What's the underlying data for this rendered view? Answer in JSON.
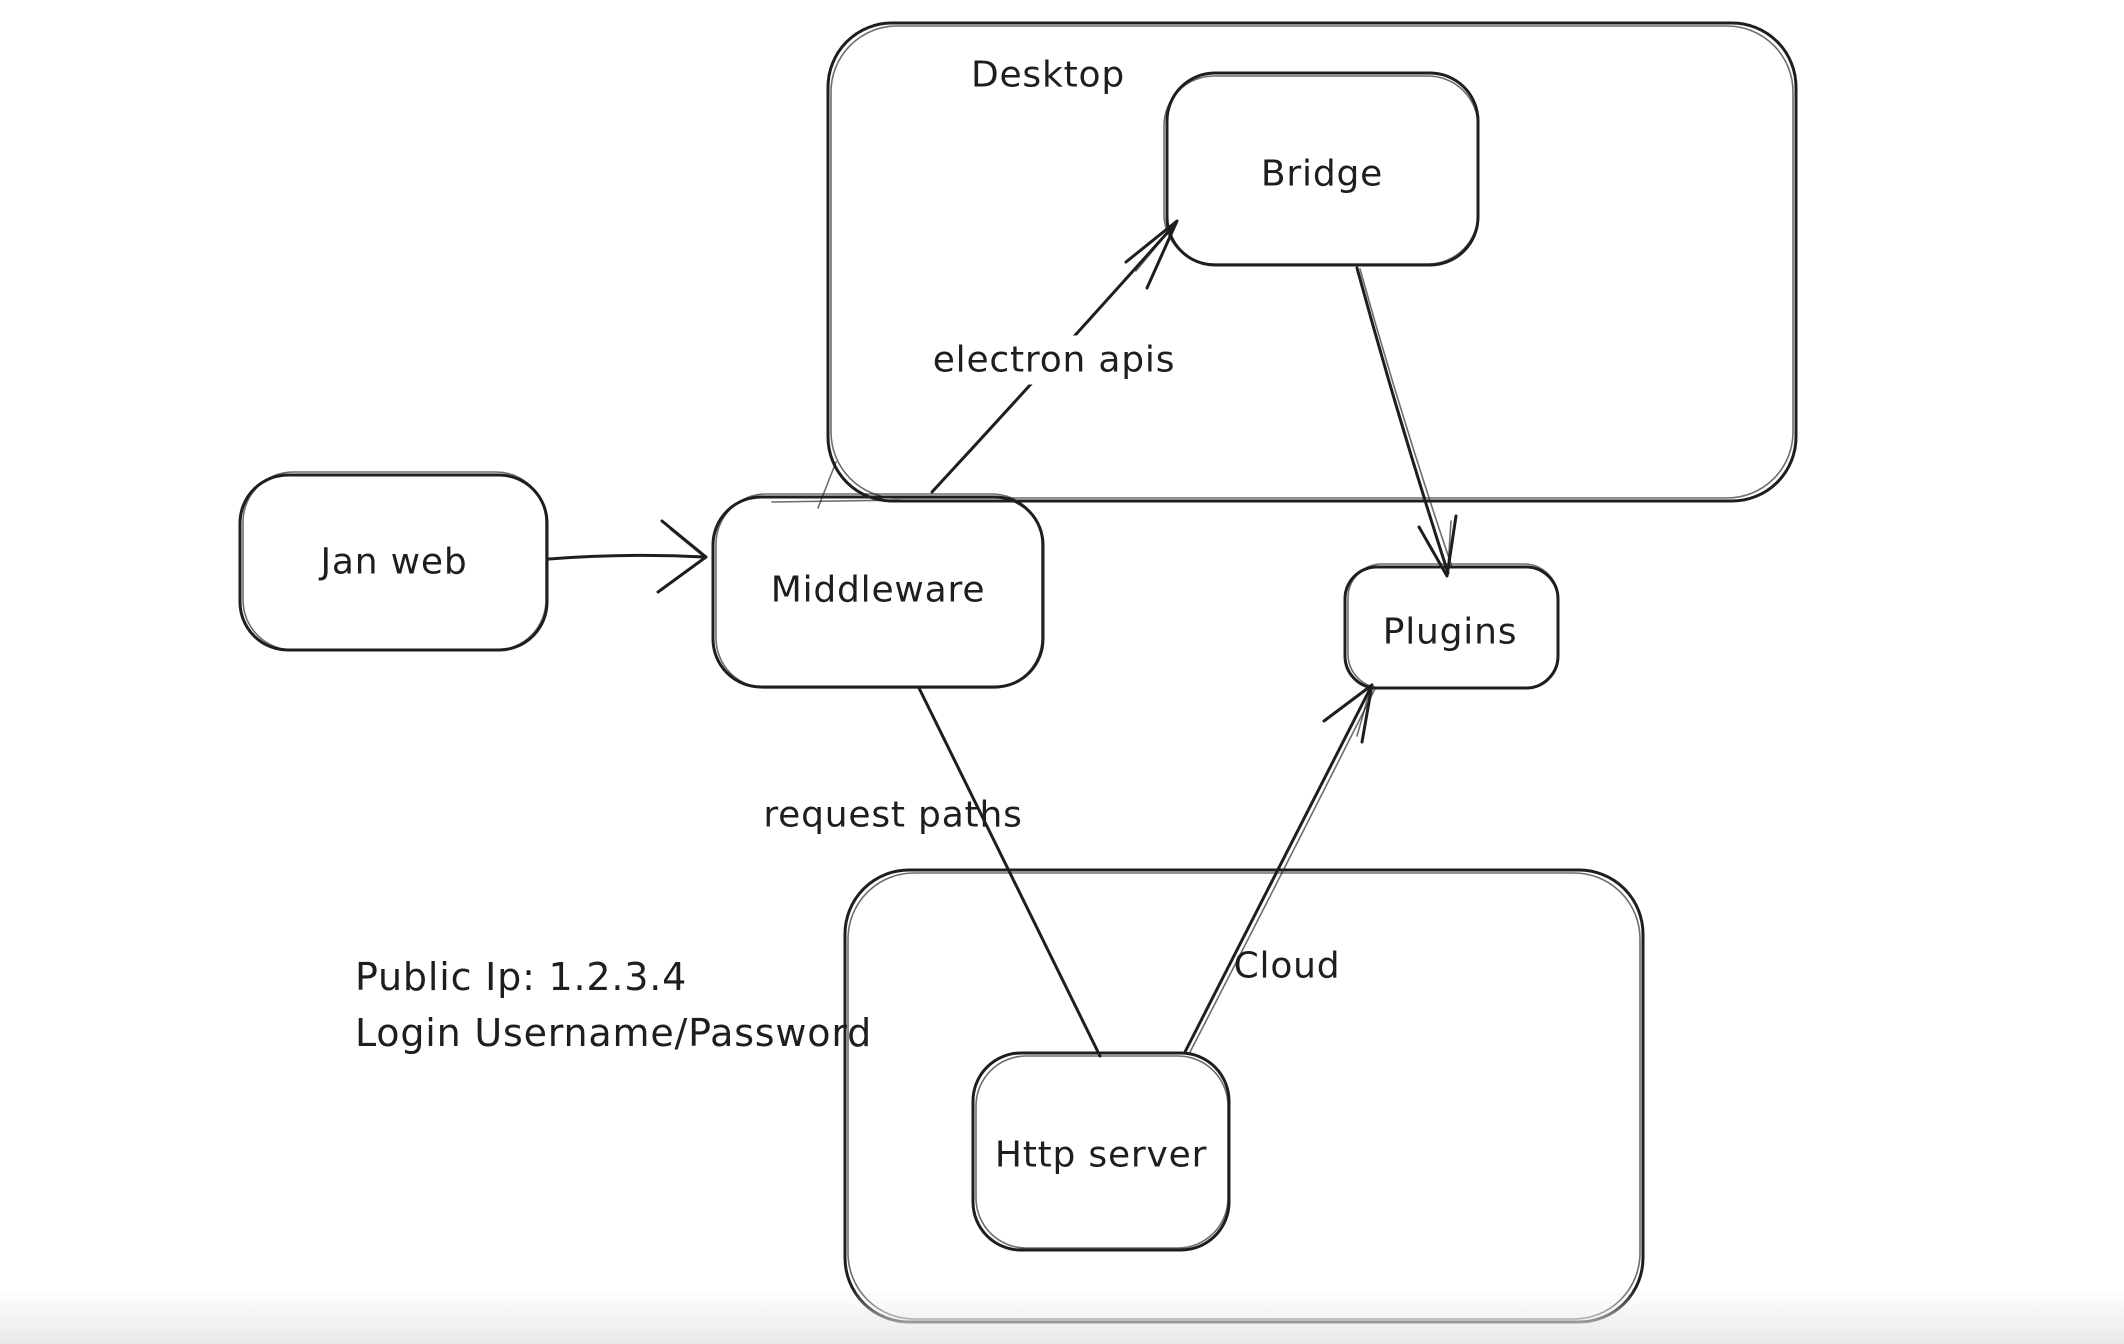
{
  "canvas": {
    "background_color": "#ffffff",
    "stroke_color": "#1e1e1e",
    "bottom_fade_color": "#e9e9ec"
  },
  "diagram": {
    "containers": [
      {
        "id": "desktop",
        "label": "Desktop"
      },
      {
        "id": "cloud",
        "label": "Cloud"
      }
    ],
    "nodes": [
      {
        "id": "jan-web",
        "label": "Jan web"
      },
      {
        "id": "middleware",
        "label": "Middleware"
      },
      {
        "id": "bridge",
        "label": "Bridge"
      },
      {
        "id": "plugins",
        "label": "Plugins"
      },
      {
        "id": "http-server",
        "label": "Http server"
      }
    ],
    "edges": [
      {
        "from": "Jan web",
        "to": "Middleware",
        "label": ""
      },
      {
        "from": "Middleware",
        "to": "Bridge",
        "label": "electron apis"
      },
      {
        "from": "Bridge",
        "to": "Plugins",
        "label": ""
      },
      {
        "from": "Middleware",
        "to": "Http server",
        "label": "request paths"
      },
      {
        "from": "Http server",
        "to": "Plugins",
        "label": ""
      }
    ],
    "annotations": [
      "Public Ip: 1.2.3.4",
      "Login Username/Password"
    ]
  }
}
